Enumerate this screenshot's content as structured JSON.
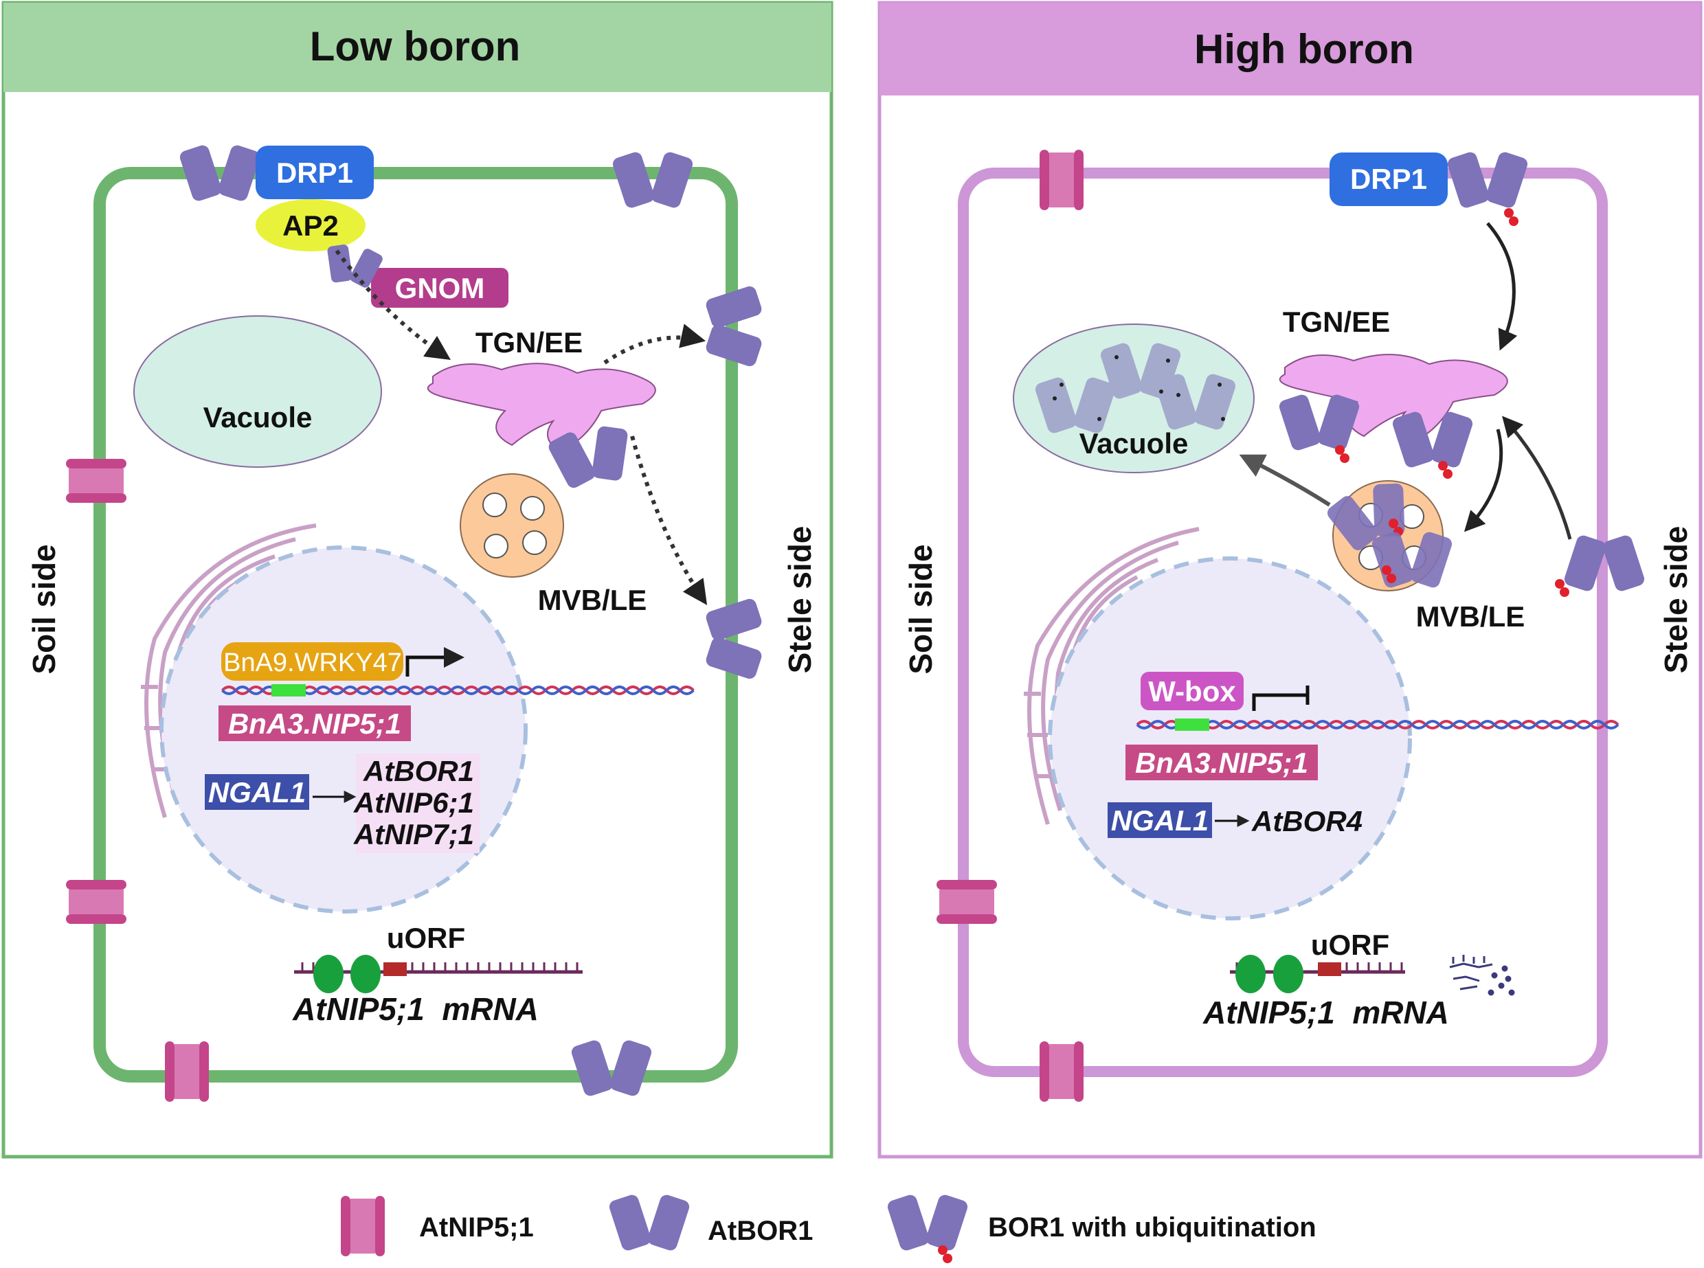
{
  "panels": {
    "low": {
      "title": "Low boron",
      "header_color": "#a3d5a4",
      "border_color": "#6db56f",
      "labels": {
        "drp1": "DRP1",
        "ap2": "AP2",
        "gnom": "GNOM",
        "tgn": "TGN/EE",
        "vacuole": "Vacuole",
        "mvb": "MVB/LE",
        "soil_side": "Soil side",
        "stele_side": "Stele side",
        "tf": "BnA9.WRKY47",
        "gene": "BnA3.NIP5;1",
        "ngal": "NGAL1",
        "targets": [
          "AtBOR1",
          "AtNIP6;1",
          "AtNIP7;1"
        ],
        "uorf": "uORF",
        "mrna": "AtNIP5;1  mRNA"
      }
    },
    "high": {
      "title": "High boron",
      "header_color": "#d89bdb",
      "border_color": "#cd96d6",
      "labels": {
        "drp1": "DRP1",
        "tgn": "TGN/EE",
        "vacuole": "Vacuole",
        "mvb": "MVB/LE",
        "soil_side": "Soil side",
        "stele_side": "Stele side",
        "wbox": "W-box",
        "gene": "BnA3.NIP5;1",
        "ngal": "NGAL1",
        "target": "AtBOR4",
        "uorf": "uORF",
        "mrna": "AtNIP5;1  mRNA"
      }
    }
  },
  "legend": {
    "nip": "AtNIP5;1",
    "bor": "AtBOR1",
    "bor_ub": "BOR1 with ubiquitination"
  },
  "colors": {
    "bor": "#7e72b8",
    "nip": "#c4458a",
    "drp1": "#2f6fe0",
    "ap2": "#e8f23a",
    "gnom": "#b43c8c",
    "tgn": "#efaaef",
    "vacuole": "#d4efe6",
    "mvb": "#fcc99b",
    "nucleus": "#eceaf8",
    "ubiquitin": "#e0202c",
    "ribosome": "#18a03c"
  }
}
